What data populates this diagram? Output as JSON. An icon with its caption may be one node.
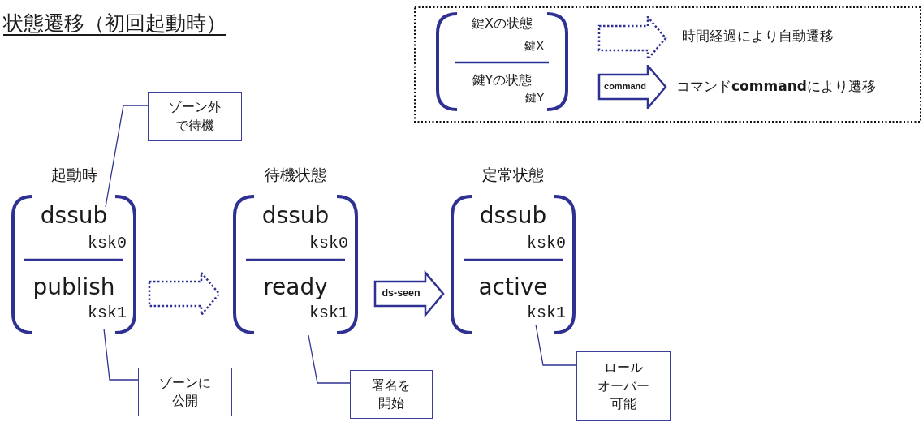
{
  "diagram": {
    "title": "状態遷移（初回起動時）",
    "nodes": [
      {
        "text": [
          "起動時",
          "dssub",
          "ksk0",
          "publish",
          "ksk1"
        ]
      },
      {
        "text": [
          "待機状態",
          "dssub",
          "ksk0",
          "ready",
          "ksk1"
        ]
      },
      {
        "text": [
          "定常状態",
          "dssub",
          "ksk0",
          "active",
          "ksk1"
        ]
      },
      {
        "text": [
          "ゾーン外で待機"
        ]
      },
      {
        "text": [
          "ゾーンに公開"
        ]
      },
      {
        "text": [
          "署名を開始"
        ]
      },
      {
        "text": [
          "ロールオーバー可能"
        ]
      },
      {
        "text": [
          "鍵Xの状態",
          "鍵X",
          "鍵Yの状態",
          "鍵Y"
        ]
      }
    ],
    "edges": [
      {
        "from": 0,
        "to": 1,
        "arrow": "to",
        "style": "dashed"
      },
      {
        "from": 1,
        "to": 2,
        "arrow": "to",
        "label": "ds-seen"
      },
      {
        "from": 3,
        "to": 0,
        "arrow": "none"
      },
      {
        "from": 4,
        "to": 0,
        "arrow": "none"
      },
      {
        "from": 5,
        "to": 1,
        "arrow": "none"
      },
      {
        "from": 6,
        "to": 2,
        "arrow": "none"
      }
    ],
    "labels": [
      "command"
    ],
    "legend": [
      {
        "text": "時間経過により自動遷移"
      },
      {
        "text": "コマンド**command**により遷移"
      }
    ]
  }
}
